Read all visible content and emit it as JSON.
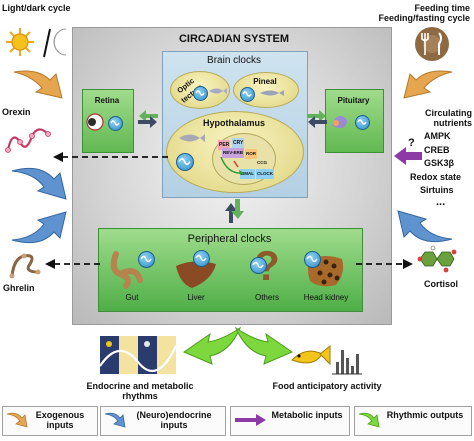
{
  "top_left": {
    "label": "Light/dark cycle"
  },
  "top_right": {
    "line1": "Feeding time",
    "line2": "Feeding/fasting cycle"
  },
  "main": {
    "title": "CIRCADIAN SYSTEM",
    "brain": {
      "title": "Brain clocks",
      "optic_tectum": "Optic tectum",
      "pineal": "Pineal",
      "hypothalamus": "Hypothalamus",
      "genes": [
        "PER",
        "CRY",
        "REV-ERB",
        "ROR",
        "CCG",
        "BMAL",
        "CLOCK"
      ]
    },
    "retina": "Retina",
    "pituitary": "Pituitary",
    "peripheral": {
      "title": "Peripheral clocks",
      "items": [
        "Gut",
        "Liver",
        "Others",
        "Head kidney"
      ]
    }
  },
  "left": {
    "orexin": "Orexin",
    "ghrelin": "Ghrelin"
  },
  "right": {
    "header": "Circulating nutrients",
    "items": [
      "AMPK",
      "CREB",
      "GSK3β",
      "Redox state",
      "Sirtuins",
      "..."
    ],
    "question": "?",
    "cortisol": "Cortisol"
  },
  "outputs": {
    "endocrine": "Endocrine and metabolic rhythms",
    "food": "Food anticipatory activity"
  },
  "legend": [
    {
      "label": "Exogenous inputs",
      "color": "#e5a64f"
    },
    {
      "label": "(Neuro)endocrine inputs",
      "color": "#5f93cf"
    },
    {
      "label": "Metabolic inputs",
      "color": "#8e3aa6"
    },
    {
      "label": "Rhythmic outputs",
      "color": "#7cd83c"
    }
  ]
}
